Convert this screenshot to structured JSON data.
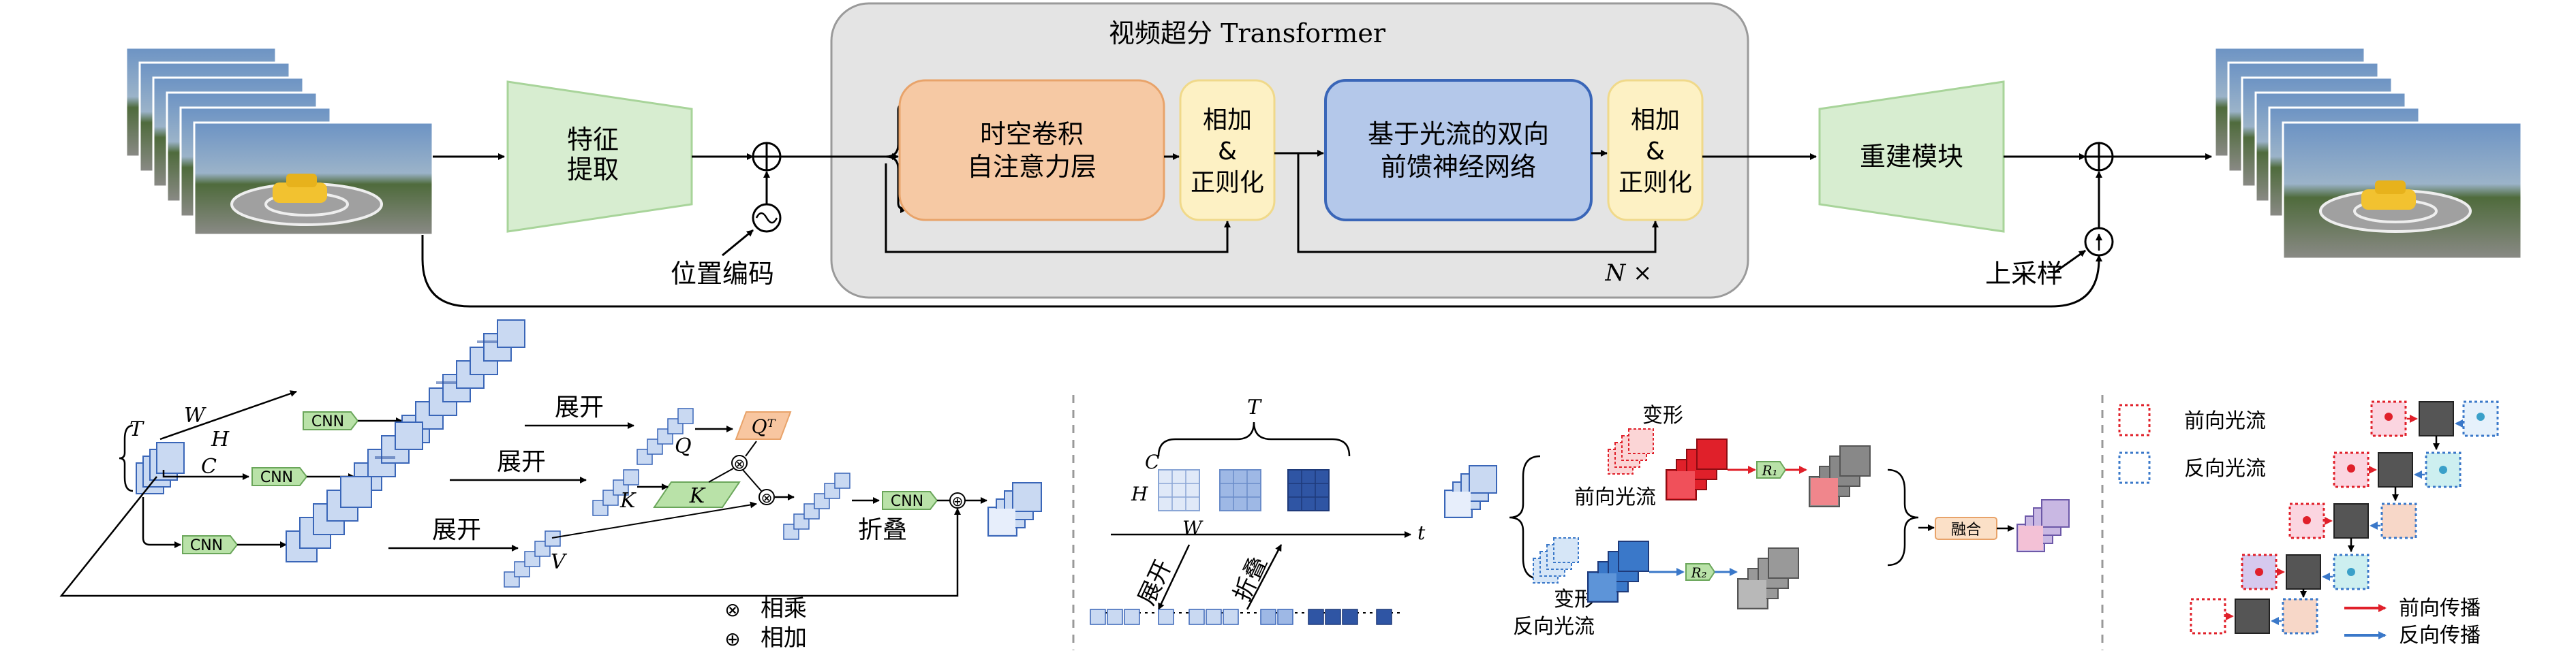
{
  "colors": {
    "green": "#d7edd0",
    "green_stroke": "#a8d49a",
    "orange": "#f6c9a4",
    "orange_stroke": "#e8a36a",
    "yellow": "#fdf1c4",
    "yellow_stroke": "#f0d98a",
    "blue_box": "#b4c8ea",
    "blue_stroke": "#3a66b8",
    "panel_bg": "#e4e4e4",
    "cube_light": "#c9d9f2",
    "cube_dark": "#2f55a4",
    "red_flow": "#e0202a",
    "blue_flow": "#3a78c9",
    "K_green": "#b9e2a8",
    "Q_orange": "#f8c6a0"
  },
  "top": {
    "transformer_title": "视频超分 Transformer",
    "feature_extract": [
      "特征",
      "提取"
    ],
    "pos_encoding": "位置编码",
    "stc_attention": [
      "时空卷积",
      "自注意力层"
    ],
    "add_norm_1": [
      "相加",
      "&",
      "正则化"
    ],
    "optical_ffn": [
      "基于光流的双向",
      "前馈神经网络"
    ],
    "add_norm_2": [
      "相加",
      "&",
      "正则化"
    ],
    "repeat": "N ×",
    "reconstruct": "重建模块",
    "upsample": "上采样"
  },
  "bottom_left": {
    "T": "T",
    "W": "W",
    "H": "H",
    "C": "C",
    "cnn": "CNN",
    "unfold": "展开",
    "fold": "折叠",
    "Q": "Q",
    "K": "K",
    "V": "V",
    "QT": "Qᵀ",
    "legend_mul": "相乘",
    "legend_add": "相加"
  },
  "bottom_middle": {
    "T": "T",
    "C": "C",
    "H": "H",
    "W": "W",
    "t": "t",
    "unfold": "展开",
    "fold": "折叠"
  },
  "bottom_flow": {
    "warp1": "变形",
    "forward_flow": "前向光流",
    "warp2": "变形",
    "backward_flow": "反向光流",
    "R1": "R₁",
    "R2": "R₂",
    "fuse": "融合"
  },
  "bottom_right": {
    "legend_forward_flow": "前向光流",
    "legend_backward_flow": "反向光流",
    "legend_forward_prop": "前向传播",
    "legend_backward_prop": "反向传播"
  }
}
